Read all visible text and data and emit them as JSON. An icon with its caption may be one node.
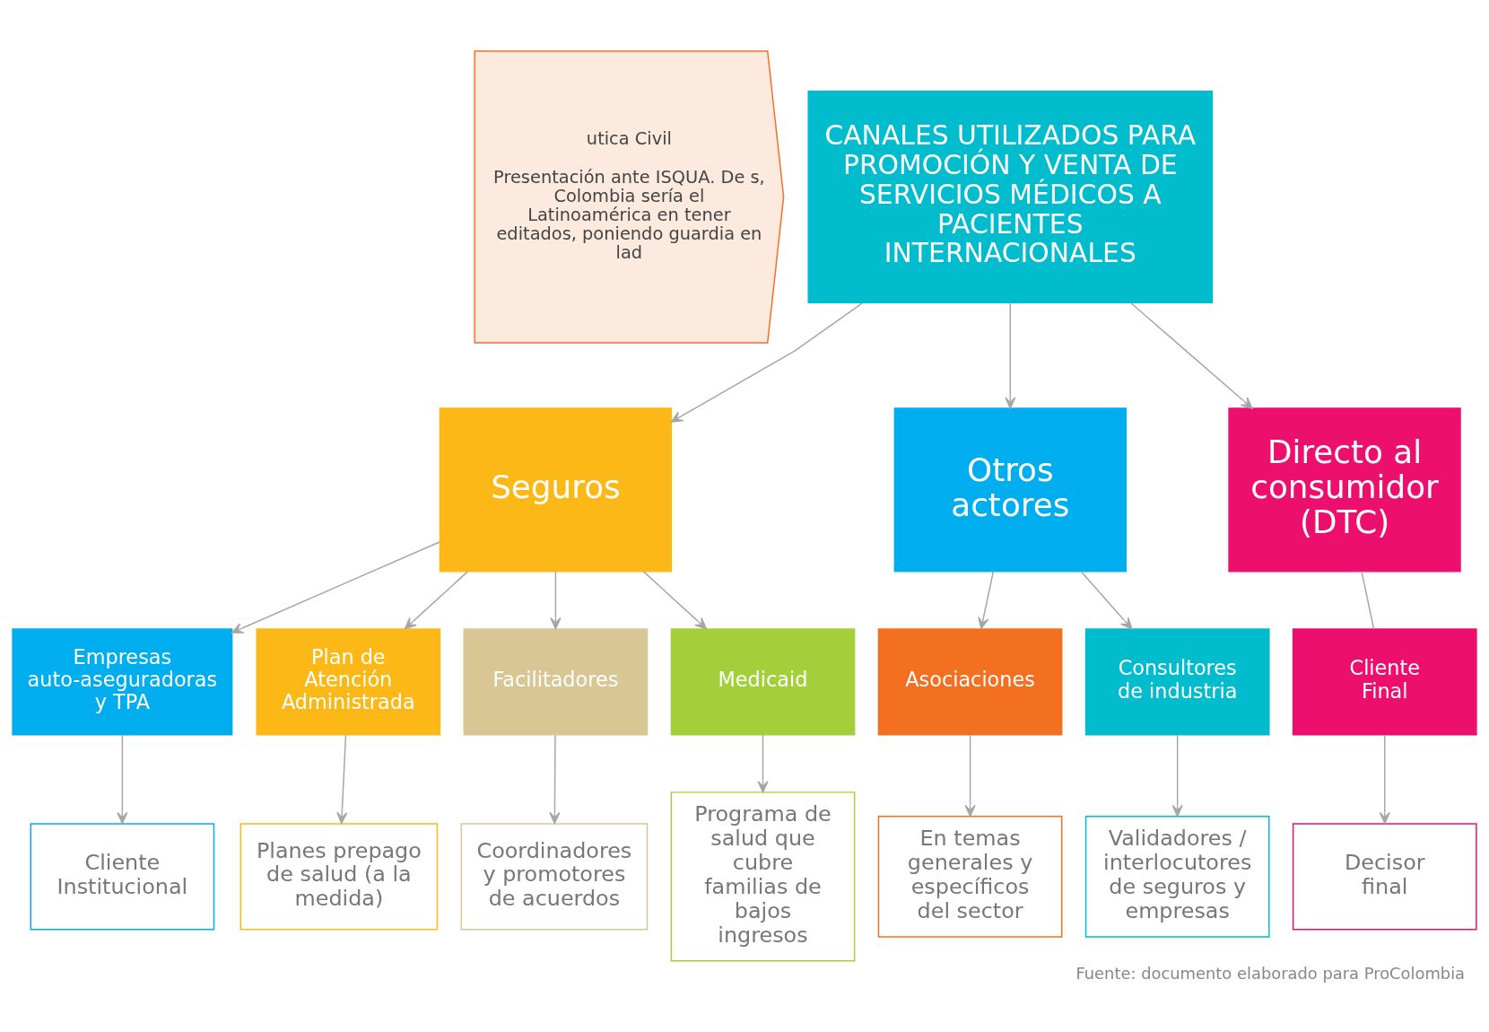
{
  "diagram": {
    "caption": "Fuente: documento elaborado para ProColombia",
    "nodes": [
      {
        "text": [
          "utica Civil",
          "Presentación ante ISQUA. De s, Colombia sería el Latinoamérica en tener editados, poniendo guardia en lad"
        ]
      },
      {
        "text": [
          "CANALES UTILIZADOS PARA PROMOCIÓN Y VENTA DE SERVICIOS MÉDICOS A PACIENTES INTERNACIONALES"
        ]
      },
      {
        "text": [
          "Seguros"
        ]
      },
      {
        "text": [
          "Otros actores"
        ]
      },
      {
        "text": [
          "Directo al consumidor (DTC)"
        ]
      },
      {
        "text": [
          "Empresas auto-aseguradoras y TPA"
        ]
      },
      {
        "text": [
          "Plan de Atención Administrada"
        ]
      },
      {
        "text": [
          "Facilitadores"
        ]
      },
      {
        "text": [
          "Medicaid"
        ]
      },
      {
        "text": [
          "Asociaciones"
        ]
      },
      {
        "text": [
          "Consultores de industria"
        ]
      },
      {
        "text": [
          "Cliente Final"
        ]
      },
      {
        "text": [
          "Cliente Institucional"
        ]
      },
      {
        "text": [
          "Planes prepago de salud (a la medida)"
        ]
      },
      {
        "text": [
          "Coordinadores y promotores de acuerdos"
        ]
      },
      {
        "text": [
          "Programa de salud que cubre familias de bajos ingresos"
        ]
      },
      {
        "text": [
          "En temas generales y específicos del sector"
        ]
      },
      {
        "text": [
          "Validadores / interlocutores de seguros y empresas"
        ]
      },
      {
        "text": [
          "Decisor final"
        ]
      }
    ],
    "edges": [
      {
        "from": 1,
        "to": 2,
        "arrow": "to"
      },
      {
        "from": 1,
        "to": 3,
        "arrow": "to"
      },
      {
        "from": 1,
        "to": 4,
        "arrow": "to"
      },
      {
        "from": 2,
        "to": 5,
        "arrow": "to"
      },
      {
        "from": 2,
        "to": 6,
        "arrow": "to"
      },
      {
        "from": 2,
        "to": 7,
        "arrow": "to"
      },
      {
        "from": 2,
        "to": 8,
        "arrow": "to"
      },
      {
        "from": 3,
        "to": 9,
        "arrow": "to"
      },
      {
        "from": 3,
        "to": 10,
        "arrow": "to"
      },
      {
        "from": 4,
        "to": 11,
        "arrow": "none"
      },
      {
        "from": 5,
        "to": 12,
        "arrow": "to"
      },
      {
        "from": 6,
        "to": 13,
        "arrow": "to"
      },
      {
        "from": 7,
        "to": 14,
        "arrow": "to"
      },
      {
        "from": 8,
        "to": 15,
        "arrow": "to"
      },
      {
        "from": 9,
        "to": 16,
        "arrow": "to"
      },
      {
        "from": 10,
        "to": 17,
        "arrow": "to"
      },
      {
        "from": 11,
        "to": 18,
        "arrow": "to"
      }
    ]
  }
}
